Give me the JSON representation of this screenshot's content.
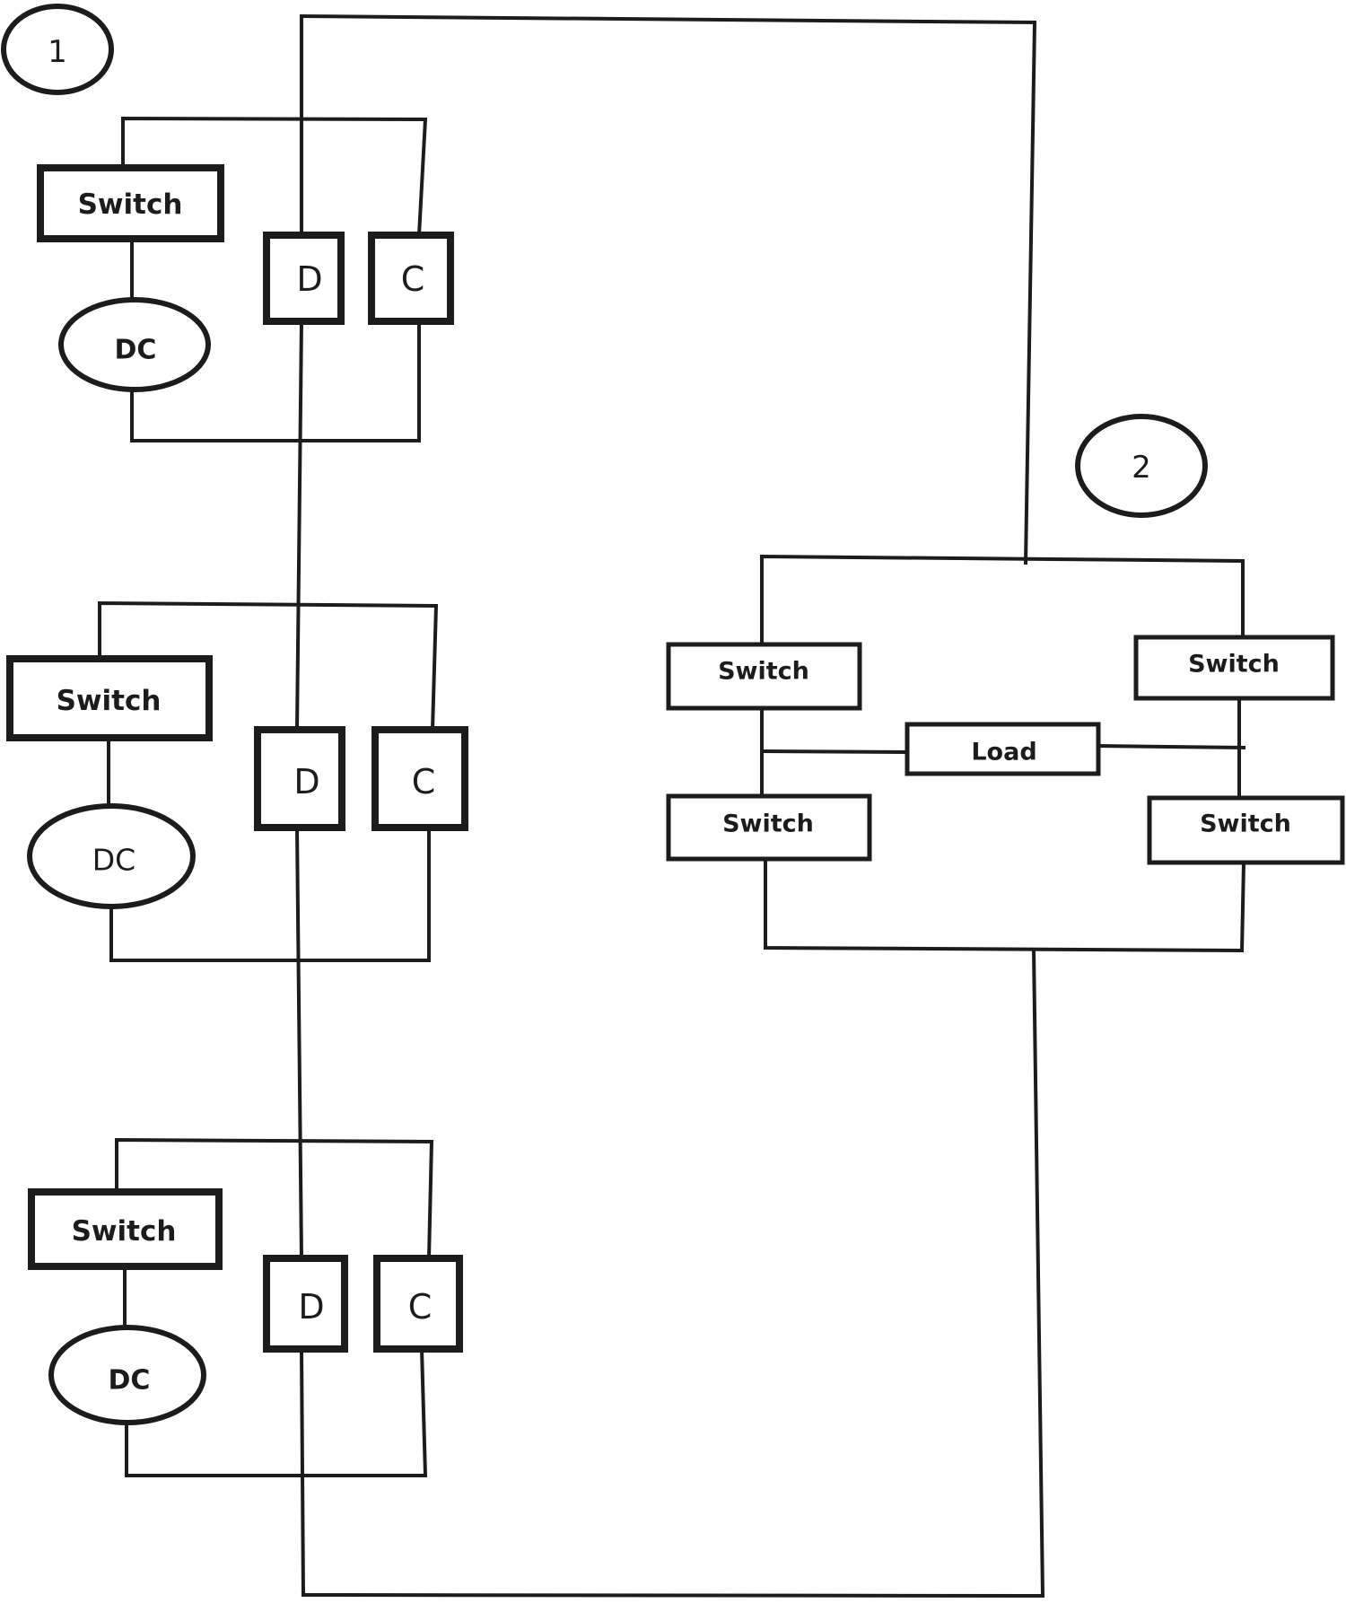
{
  "section_markers": {
    "one": "1",
    "two": "2"
  },
  "module_1": {
    "switch": "Switch",
    "source": "DC",
    "d": "D",
    "c": "C"
  },
  "module_2": {
    "switch": "Switch",
    "source": "DC",
    "d": "D",
    "c": "C"
  },
  "module_3": {
    "switch": "Switch",
    "source": "DC",
    "d": "D",
    "c": "C"
  },
  "bridge": {
    "switch_top_left": "Switch",
    "switch_top_right": "Switch",
    "switch_bottom_left": "Switch",
    "switch_bottom_right": "Switch",
    "load": "Load"
  },
  "colors": {
    "ink": "#1c1c1c",
    "background": "#ffffff"
  }
}
